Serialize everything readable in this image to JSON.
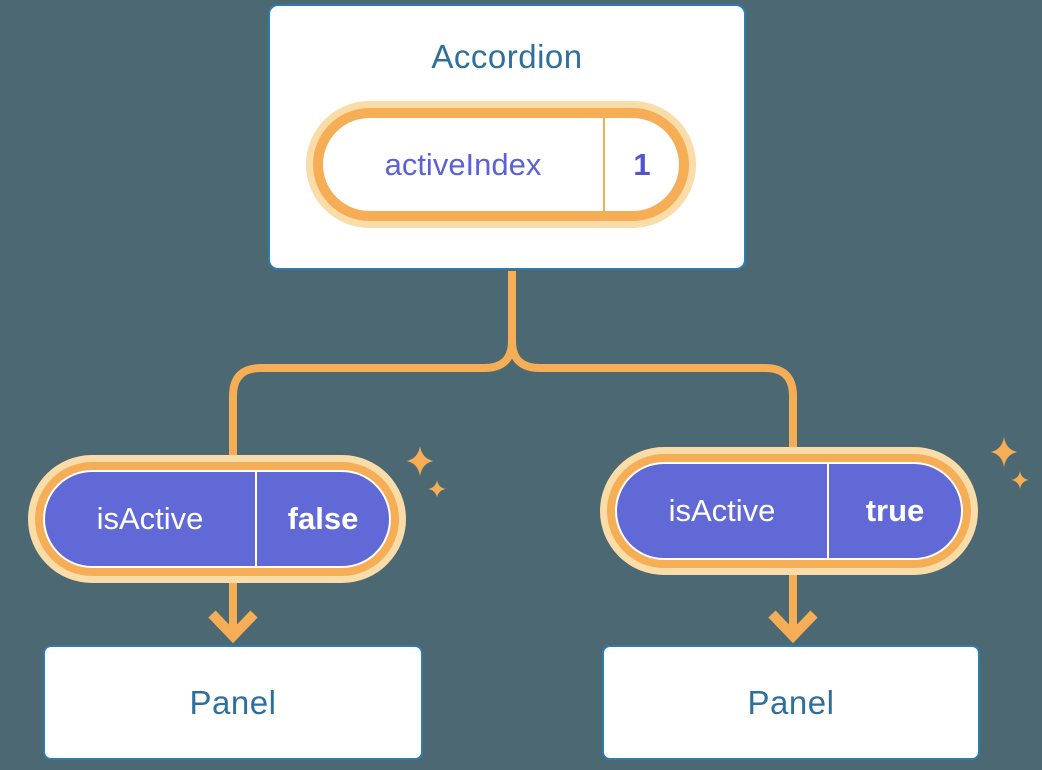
{
  "colors": {
    "bg": "#4C6973",
    "card": "#FFFFFF",
    "card-border": "#2E7BB2",
    "heading": "#2F6F9E",
    "orange": "#F5AE55",
    "orange-glow": "#FADCA8",
    "purple": "#6169D6",
    "purple-text": "#5C62D6",
    "value-text": "#5156CE",
    "white": "#FFFFFF"
  },
  "diagram": {
    "root": {
      "title": "Accordion",
      "state": {
        "label": "activeIndex",
        "value": "1"
      }
    },
    "children": [
      {
        "prop": {
          "label": "isActive",
          "value": "false"
        },
        "target": "Panel"
      },
      {
        "prop": {
          "label": "isActive",
          "value": "true"
        },
        "target": "Panel"
      }
    ]
  },
  "icons": {
    "sparkle": "sparkle-icon",
    "arrowhead": "arrow-down-icon"
  }
}
